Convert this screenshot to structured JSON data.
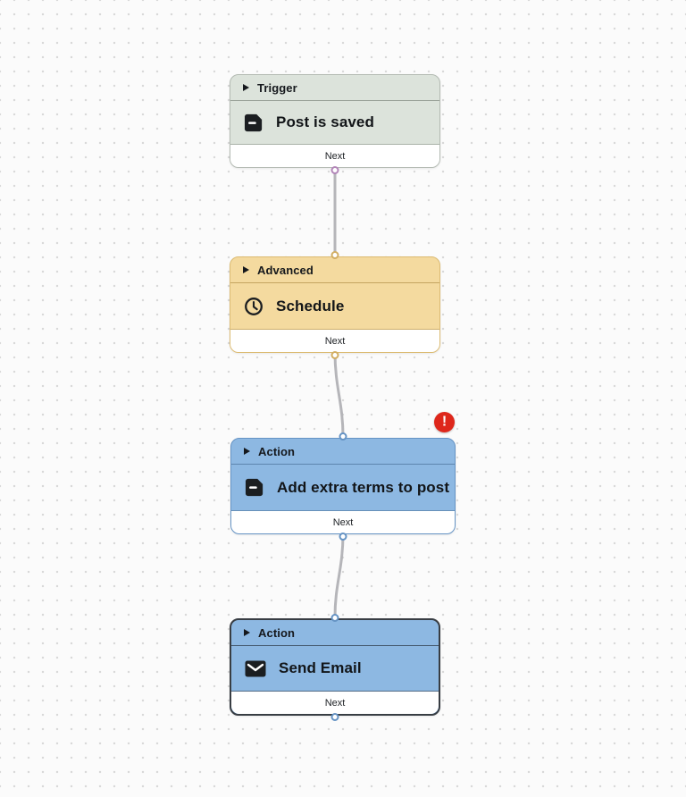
{
  "canvas": {
    "background": "#fbfbfb",
    "dot_color": "#d9d9d9"
  },
  "connectors": {
    "color": "#b5b5b9"
  },
  "error_badge": {
    "symbol": "!",
    "color": "#de271b"
  },
  "nodes": [
    {
      "category": "Trigger",
      "title": "Post is saved",
      "footer_label": "Next",
      "icon": "document-icon",
      "fill": "#dce3db",
      "border_color": "#b3bab2",
      "port_color": "#b285b8",
      "has_input": false,
      "has_error": false,
      "selected": false
    },
    {
      "category": "Advanced",
      "title": "Schedule",
      "footer_label": "Next",
      "icon": "clock-icon",
      "fill": "#f4da9f",
      "border_color": "#dcbb72",
      "port_color": "#d2ae62",
      "has_input": true,
      "has_error": false,
      "selected": false
    },
    {
      "category": "Action",
      "title": "Add extra terms to post",
      "footer_label": "Next",
      "icon": "document-icon",
      "fill": "#8db8e2",
      "border_color": "#6593c4",
      "port_color": "#6593c4",
      "has_input": true,
      "has_error": true,
      "selected": false
    },
    {
      "category": "Action",
      "title": "Send Email",
      "footer_label": "Next",
      "icon": "envelope-icon",
      "fill": "#8db8e2",
      "border_color": "#383d43",
      "port_color": "#6593c4",
      "has_input": true,
      "has_error": false,
      "selected": true
    }
  ]
}
